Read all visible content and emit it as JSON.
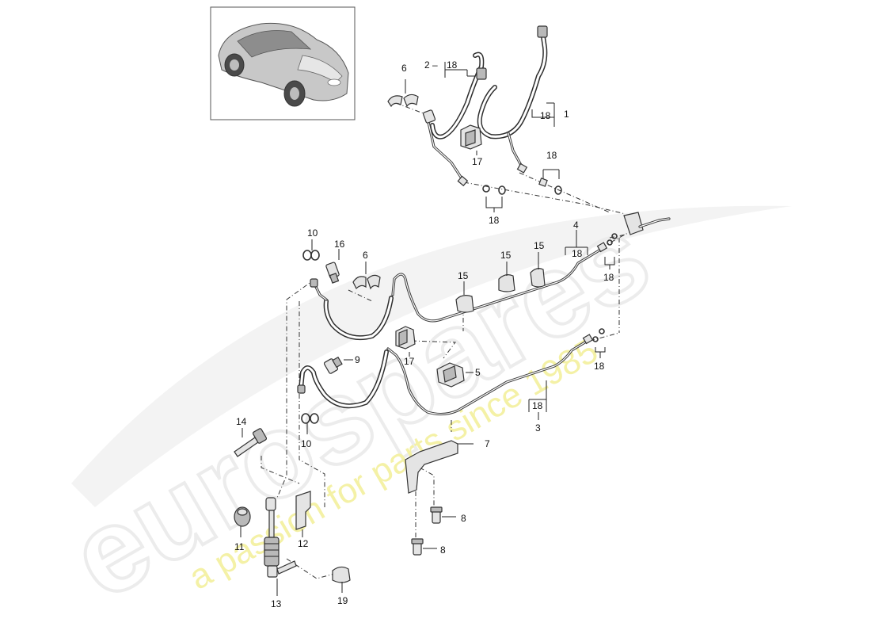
{
  "watermark": {
    "brand": "eurospares",
    "tagline": "a passion for parts since 1985"
  },
  "thumbnail": {
    "icon": "car-coupe-icon"
  },
  "callouts": {
    "c1": "1",
    "c2": "2",
    "c3": "3",
    "c4": "4",
    "c5": "5",
    "c6a": "6",
    "c6b": "6",
    "c7": "7",
    "c8a": "8",
    "c8b": "8",
    "c9": "9",
    "c10a": "10",
    "c10b": "10",
    "c11": "11",
    "c12": "12",
    "c13": "13",
    "c14": "14",
    "c15a": "15",
    "c15b": "15",
    "c15c": "15",
    "c16": "16",
    "c17a": "17",
    "c17b": "17",
    "c18_top2": "18",
    "c18_top1": "18",
    "c18_ringsA": "18",
    "c18_ringsB": "18",
    "c18_p4": "18",
    "c18_right": "18",
    "c18_lowright": "18",
    "c18_p3": "18",
    "c19": "19"
  }
}
